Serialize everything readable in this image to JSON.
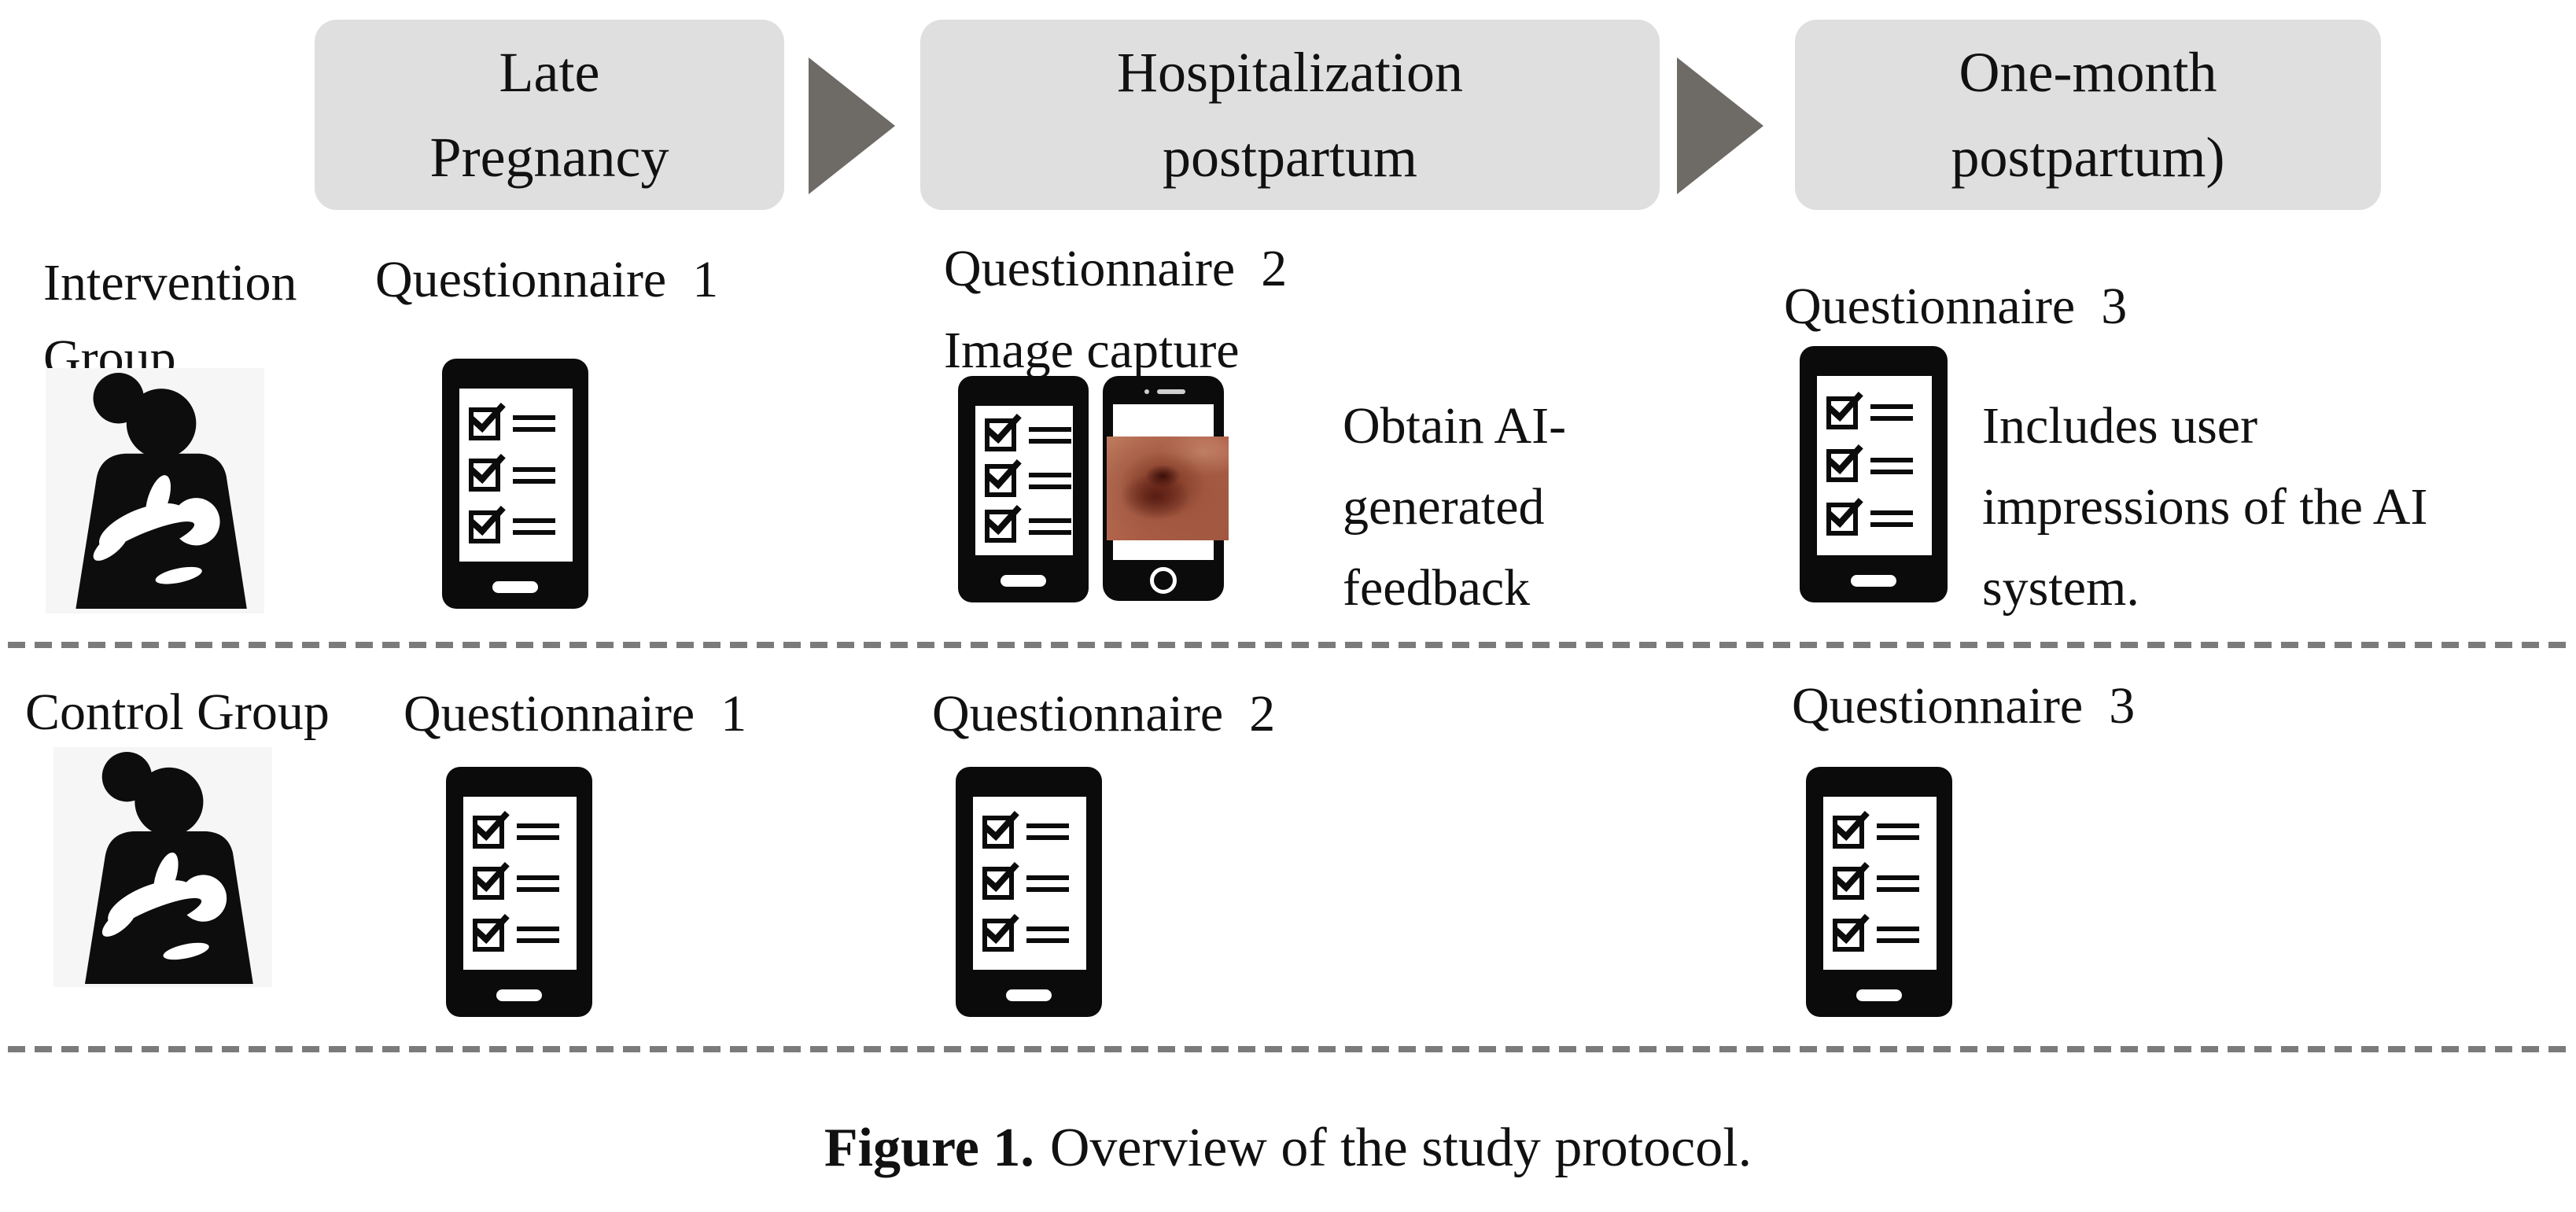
{
  "colors": {
    "box": "#dfdfdf",
    "arrow": "#6e6a66",
    "dash": "#7b7b7b",
    "ink": "#111111",
    "photo_skin": "#ad5f47"
  },
  "stages": [
    {
      "label": "Late Pregnancy"
    },
    {
      "label": "Hospitalization postpartum"
    },
    {
      "label": "One-month postpartum)"
    }
  ],
  "intervention": {
    "group_label": "Intervention Group",
    "q1_label": "Questionnaire  1",
    "q2_label": "Questionnaire  2",
    "image_capture_label": "Image capture",
    "ai_note": "Obtain AI-generated feedback",
    "q3_label": "Questionnaire  3",
    "q3_note": "Includes user impressions of the AI system."
  },
  "control": {
    "group_label": "Control Group",
    "q1_label": "Questionnaire  1",
    "q2_label": "Questionnaire  2",
    "q3_label": "Questionnaire  3"
  },
  "caption": {
    "label": "Figure 1.",
    "text": "Overview of the study protocol."
  }
}
